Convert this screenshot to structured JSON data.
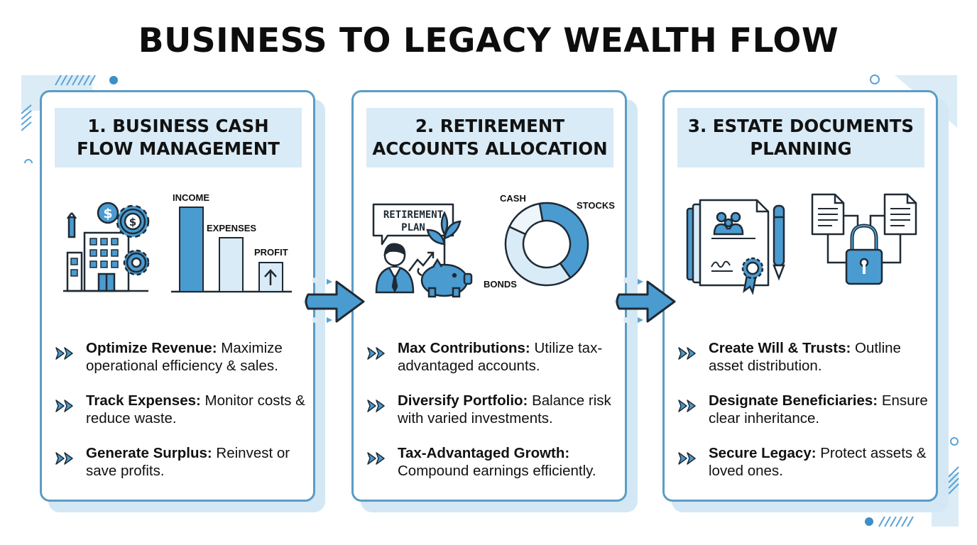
{
  "title": "BUSINESS TO LEGACY WEALTH FLOW",
  "colors": {
    "accent": "#4a9bd0",
    "accent_light": "#d9ebf6",
    "border": "#5b9cc4",
    "ink": "#1f2a35"
  },
  "cards": [
    {
      "header": "1. BUSINESS CASH\nFLOW MANAGEMENT",
      "chart": {
        "labels": [
          "INCOME",
          "EXPENSES",
          "PROFIT"
        ]
      },
      "bullets": [
        {
          "bold": "Optimize Revenue:",
          "text": " Maximize operational efficiency & sales."
        },
        {
          "bold": "Track Expenses:",
          "text": " Monitor costs & reduce waste."
        },
        {
          "bold": "Generate Surplus:",
          "text": " Reinvest or save profits."
        }
      ]
    },
    {
      "header": "2. RETIREMENT\nACCOUNTS ALLOCATION",
      "sign": "RETIREMENT\nPLAN",
      "chart": {
        "labels": [
          "CASH",
          "STOCKS",
          "BONDS"
        ]
      },
      "bullets": [
        {
          "bold": "Max Contributions:",
          "text": " Utilize tax-advantaged accounts."
        },
        {
          "bold": "Diversify Portfolio:",
          "text": " Balance risk with varied investments."
        },
        {
          "bold": "Tax-Advantaged Growth:",
          "text": " Compound earnings efficiently."
        }
      ]
    },
    {
      "header": "3. ESTATE DOCUMENTS\nPLANNING",
      "bullets": [
        {
          "bold": "Create Will & Trusts:",
          "text": " Outline asset distribution."
        },
        {
          "bold": "Designate Beneficiaries:",
          "text": " Ensure clear inheritance."
        },
        {
          "bold": "Secure Legacy:",
          "text": " Protect assets & loved ones."
        }
      ]
    }
  ]
}
